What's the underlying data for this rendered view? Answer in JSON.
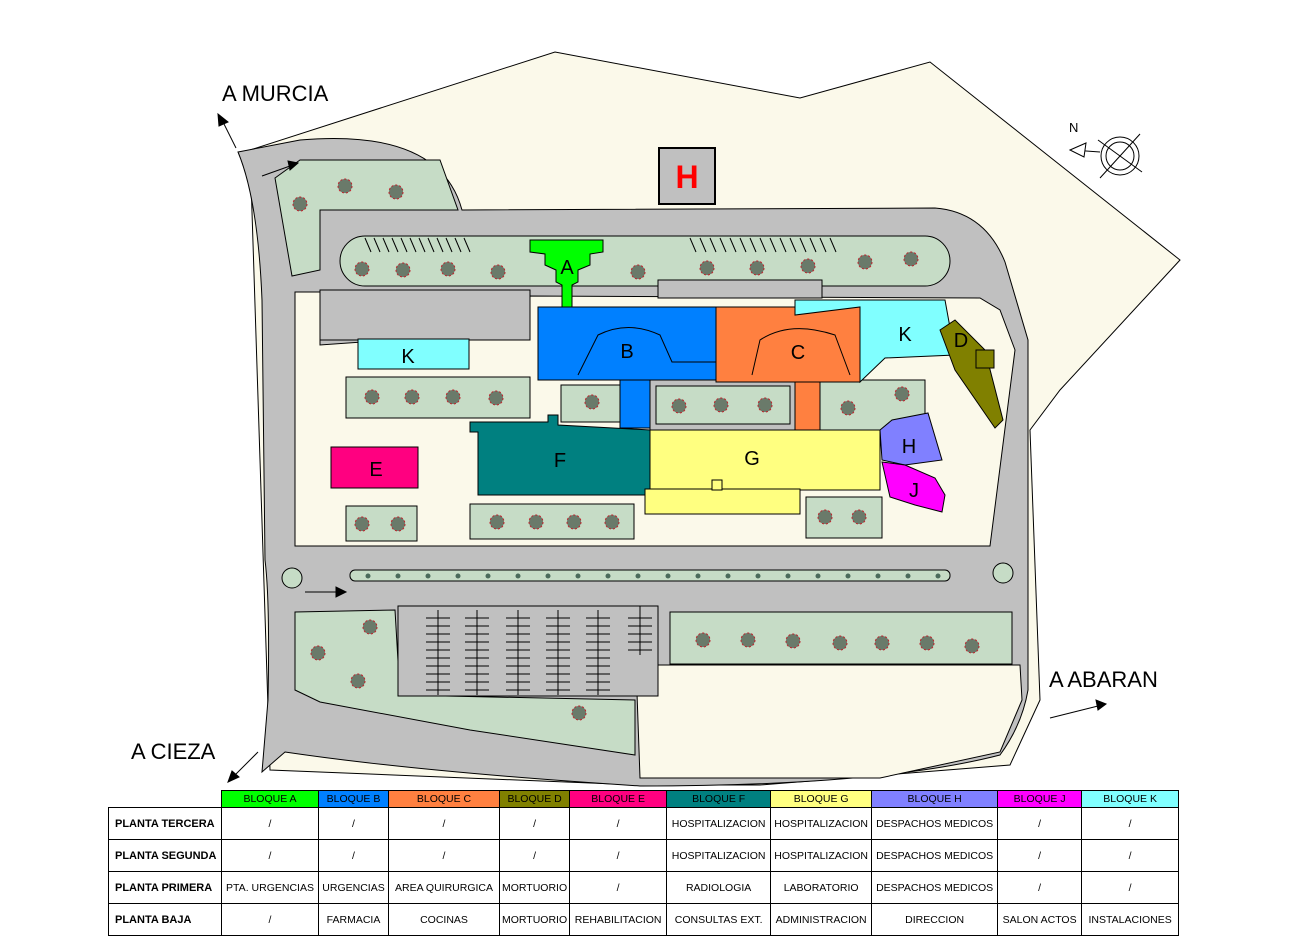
{
  "map": {
    "directions": {
      "murcia": "A MURCIA",
      "abaran": "A ABARAN",
      "cieza": "A CIEZA"
    },
    "north": "N",
    "helipad": "H",
    "blocks": {
      "A": "A",
      "B": "B",
      "C": "C",
      "D": "D",
      "E": "E",
      "F": "F",
      "G": "G",
      "H": "H",
      "J": "J",
      "K1": "K",
      "K2": "K"
    },
    "colors": {
      "A": "#00ff00",
      "B": "#0080ff",
      "C": "#ff8040",
      "D": "#808000",
      "E": "#ff0080",
      "F": "#008080",
      "G": "#ffff80",
      "H": "#8080ff",
      "J": "#ff00ff",
      "K": "#80ffff",
      "road": "#c0c0c0",
      "green": "#c6dcc6",
      "ground": "#fbf9ea"
    }
  },
  "table": {
    "headers": [
      "BLOQUE A",
      "BLOQUE B",
      "BLOQUE C",
      "BLOQUE D",
      "BLOQUE E",
      "BLOQUE F",
      "BLOQUE G",
      "BLOQUE H",
      "BLOQUE J",
      "BLOQUE K"
    ],
    "rows": [
      {
        "label": "PLANTA TERCERA",
        "cells": [
          "/",
          "/",
          "/",
          "/",
          "/",
          "HOSPITALIZACION",
          "HOSPITALIZACION",
          "DESPACHOS MEDICOS",
          "/",
          "/"
        ]
      },
      {
        "label": "PLANTA SEGUNDA",
        "cells": [
          "/",
          "/",
          "/",
          "/",
          "/",
          "HOSPITALIZACION",
          "HOSPITALIZACION",
          "DESPACHOS MEDICOS",
          "/",
          "/"
        ]
      },
      {
        "label": "PLANTA PRIMERA",
        "cells": [
          "PTA. URGENCIAS",
          "URGENCIAS",
          "AREA QUIRURGICA",
          "MORTUORIO",
          "/",
          "RADIOLOGIA",
          "LABORATORIO",
          "DESPACHOS MEDICOS",
          "/",
          "/"
        ]
      },
      {
        "label": "PLANTA BAJA",
        "cells": [
          "/",
          "FARMACIA",
          "COCINAS",
          "MORTUORIO",
          "REHABILITACION",
          "CONSULTAS EXT.",
          "ADMINISTRACION",
          "DIRECCION",
          "SALON ACTOS",
          "INSTALACIONES"
        ]
      }
    ]
  }
}
